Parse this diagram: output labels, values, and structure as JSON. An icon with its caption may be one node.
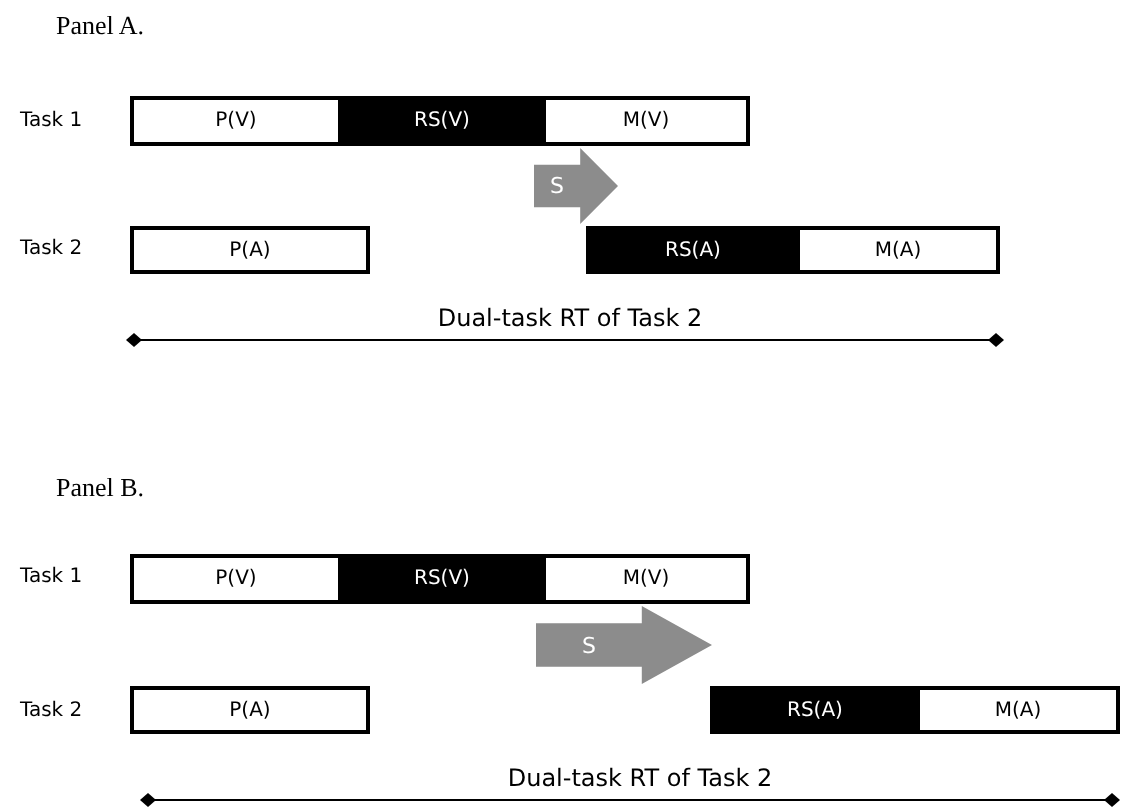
{
  "diagram": {
    "nodes": [
      {
        "text": [
          "P(V)"
        ]
      },
      {
        "text": [
          "RS(V)"
        ]
      },
      {
        "text": [
          "M(V)"
        ]
      },
      {
        "text": [
          "P(A)"
        ]
      },
      {
        "text": [
          "RS(A)"
        ]
      },
      {
        "text": [
          "M(A)"
        ]
      },
      {
        "text": [
          "P(V)"
        ]
      },
      {
        "text": [
          "RS(V)"
        ]
      },
      {
        "text": [
          "M(V)"
        ]
      },
      {
        "text": [
          "P(A)"
        ]
      },
      {
        "text": [
          "RS(A)"
        ]
      },
      {
        "text": [
          "M(A)"
        ]
      }
    ],
    "edges": [
      {
        "from": 1,
        "to": 4,
        "arrow": "to",
        "label": "S",
        "style": "thick",
        "color": "#8c8c8c"
      },
      {
        "from": 7,
        "to": 10,
        "arrow": "to",
        "label": "S",
        "style": "thick",
        "color": "#8c8c8c"
      }
    ],
    "labels": [
      "Panel A.",
      "Task 1",
      "Task 2",
      "Dual-task RT of Task 2",
      "Panel B.",
      "Task 1",
      "Task 2",
      "Dual-task RT of Task 2"
    ]
  }
}
